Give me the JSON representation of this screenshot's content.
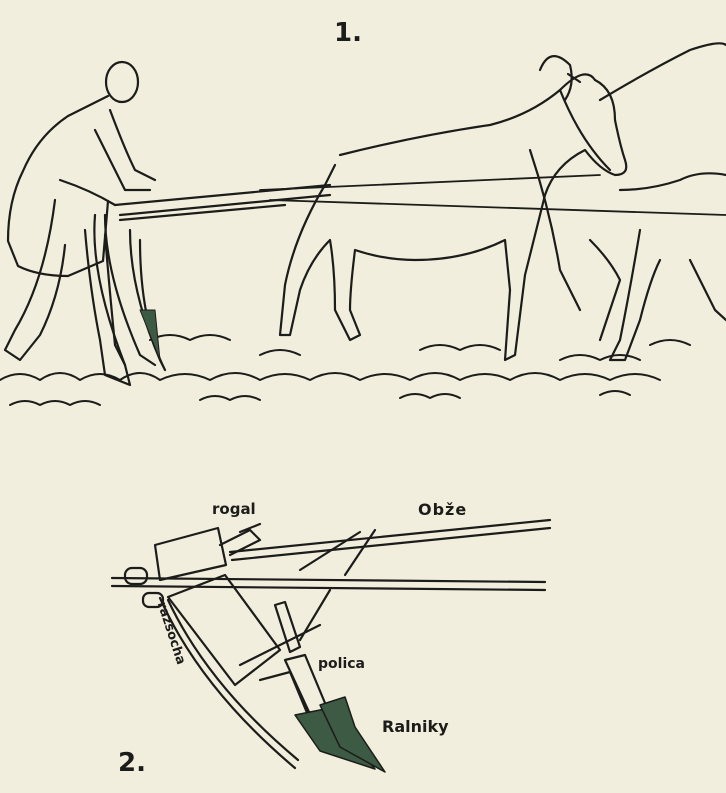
{
  "figure1": {
    "number": "1."
  },
  "figure2": {
    "number": "2.",
    "labels": {
      "rogal": "rogal",
      "obze": "Obže",
      "razsocha": "razsocha",
      "polica": "polica",
      "ralniky": "Ralniky"
    }
  },
  "colors": {
    "paper": "#f1eedd",
    "ink": "#1c1c1a",
    "hatch": "#3d5a44"
  }
}
